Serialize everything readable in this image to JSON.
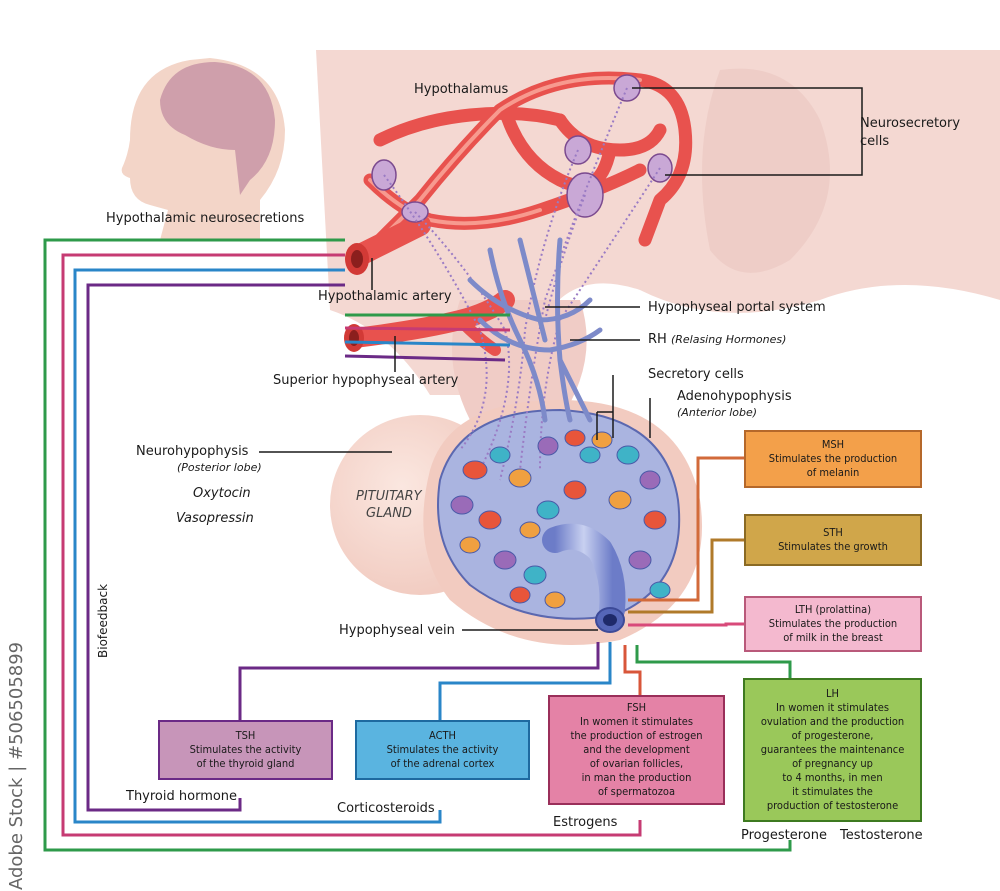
{
  "colors": {
    "tsh": "#c795b9",
    "acth": "#5ab4e0",
    "fsh": "#e482a6",
    "lh": "#9ac85a",
    "msh": "#f3a04a",
    "sth": "#d0a64a",
    "lth": "#f4b9cf",
    "green_line": "#2e9a4a",
    "magenta_line": "#c63b73",
    "blue_line": "#2a86c8",
    "purple_line": "#6b2a86",
    "artery": "#e8524e",
    "vein": "#8a9ad6",
    "background_tissue": "#f2d4ce"
  },
  "labels": {
    "hypothalamus": "Hypothalamus",
    "neurosecretory_cells": [
      "Neurosecretory",
      "cells"
    ],
    "hypothalamic_neurosecretions": "Hypothalamic neurosecretions",
    "hypothalamic_artery": "Hypothalamic artery",
    "superior_artery": "Superior hypophyseal artery",
    "portal_system": "Hypophyseal portal system",
    "rh": "RH",
    "rh_note": "(Relasing Hormones)",
    "secretory_cells": "Secretory cells",
    "adeno": "Adenohypophysis",
    "adeno_note": "(Anterior lobe)",
    "neuro": "Neurohypophysis",
    "neuro_note": "(Posterior lobe)",
    "oxytocin": "Oxytocin",
    "vasopressin": "Vasopressin",
    "pituitary": [
      "PITUITARY",
      "GLAND"
    ],
    "vein": "Hypophyseal vein",
    "biofeedback": "Biofeedback",
    "thyroid_hormone": "Thyroid hormone",
    "corticosteroids": "Corticosteroids",
    "estrogens": "Estrogens",
    "progesterone": "Progesterone",
    "testosterone": "Testosterone",
    "watermark_id": "Adobe Stock | #506505899"
  },
  "boxes": {
    "msh": [
      "MSH",
      "Stimulates the production",
      "of melanin"
    ],
    "sth": [
      "STH",
      "Stimulates the growth"
    ],
    "lth": [
      "LTH (prolattina)",
      "Stimulates the production",
      "of milk in the breast"
    ],
    "tsh": [
      "TSH",
      "Stimulates the activity",
      "of the thyroid gland"
    ],
    "acth": [
      "ACTH",
      "Stimulates the activity",
      "of the adrenal cortex"
    ],
    "fsh": [
      "FSH",
      "In women it stimulates",
      "the production of estrogen",
      "and the development",
      "of ovarian follicles,",
      "in man the production",
      "of spermatozoa"
    ],
    "lh": [
      "LH",
      "In women it stimulates",
      "ovulation and the production",
      "of progesterone,",
      "guarantees the maintenance",
      "of pregnancy up",
      "to 4 months, in men",
      "it stimulates the",
      "production of testosterone"
    ]
  }
}
